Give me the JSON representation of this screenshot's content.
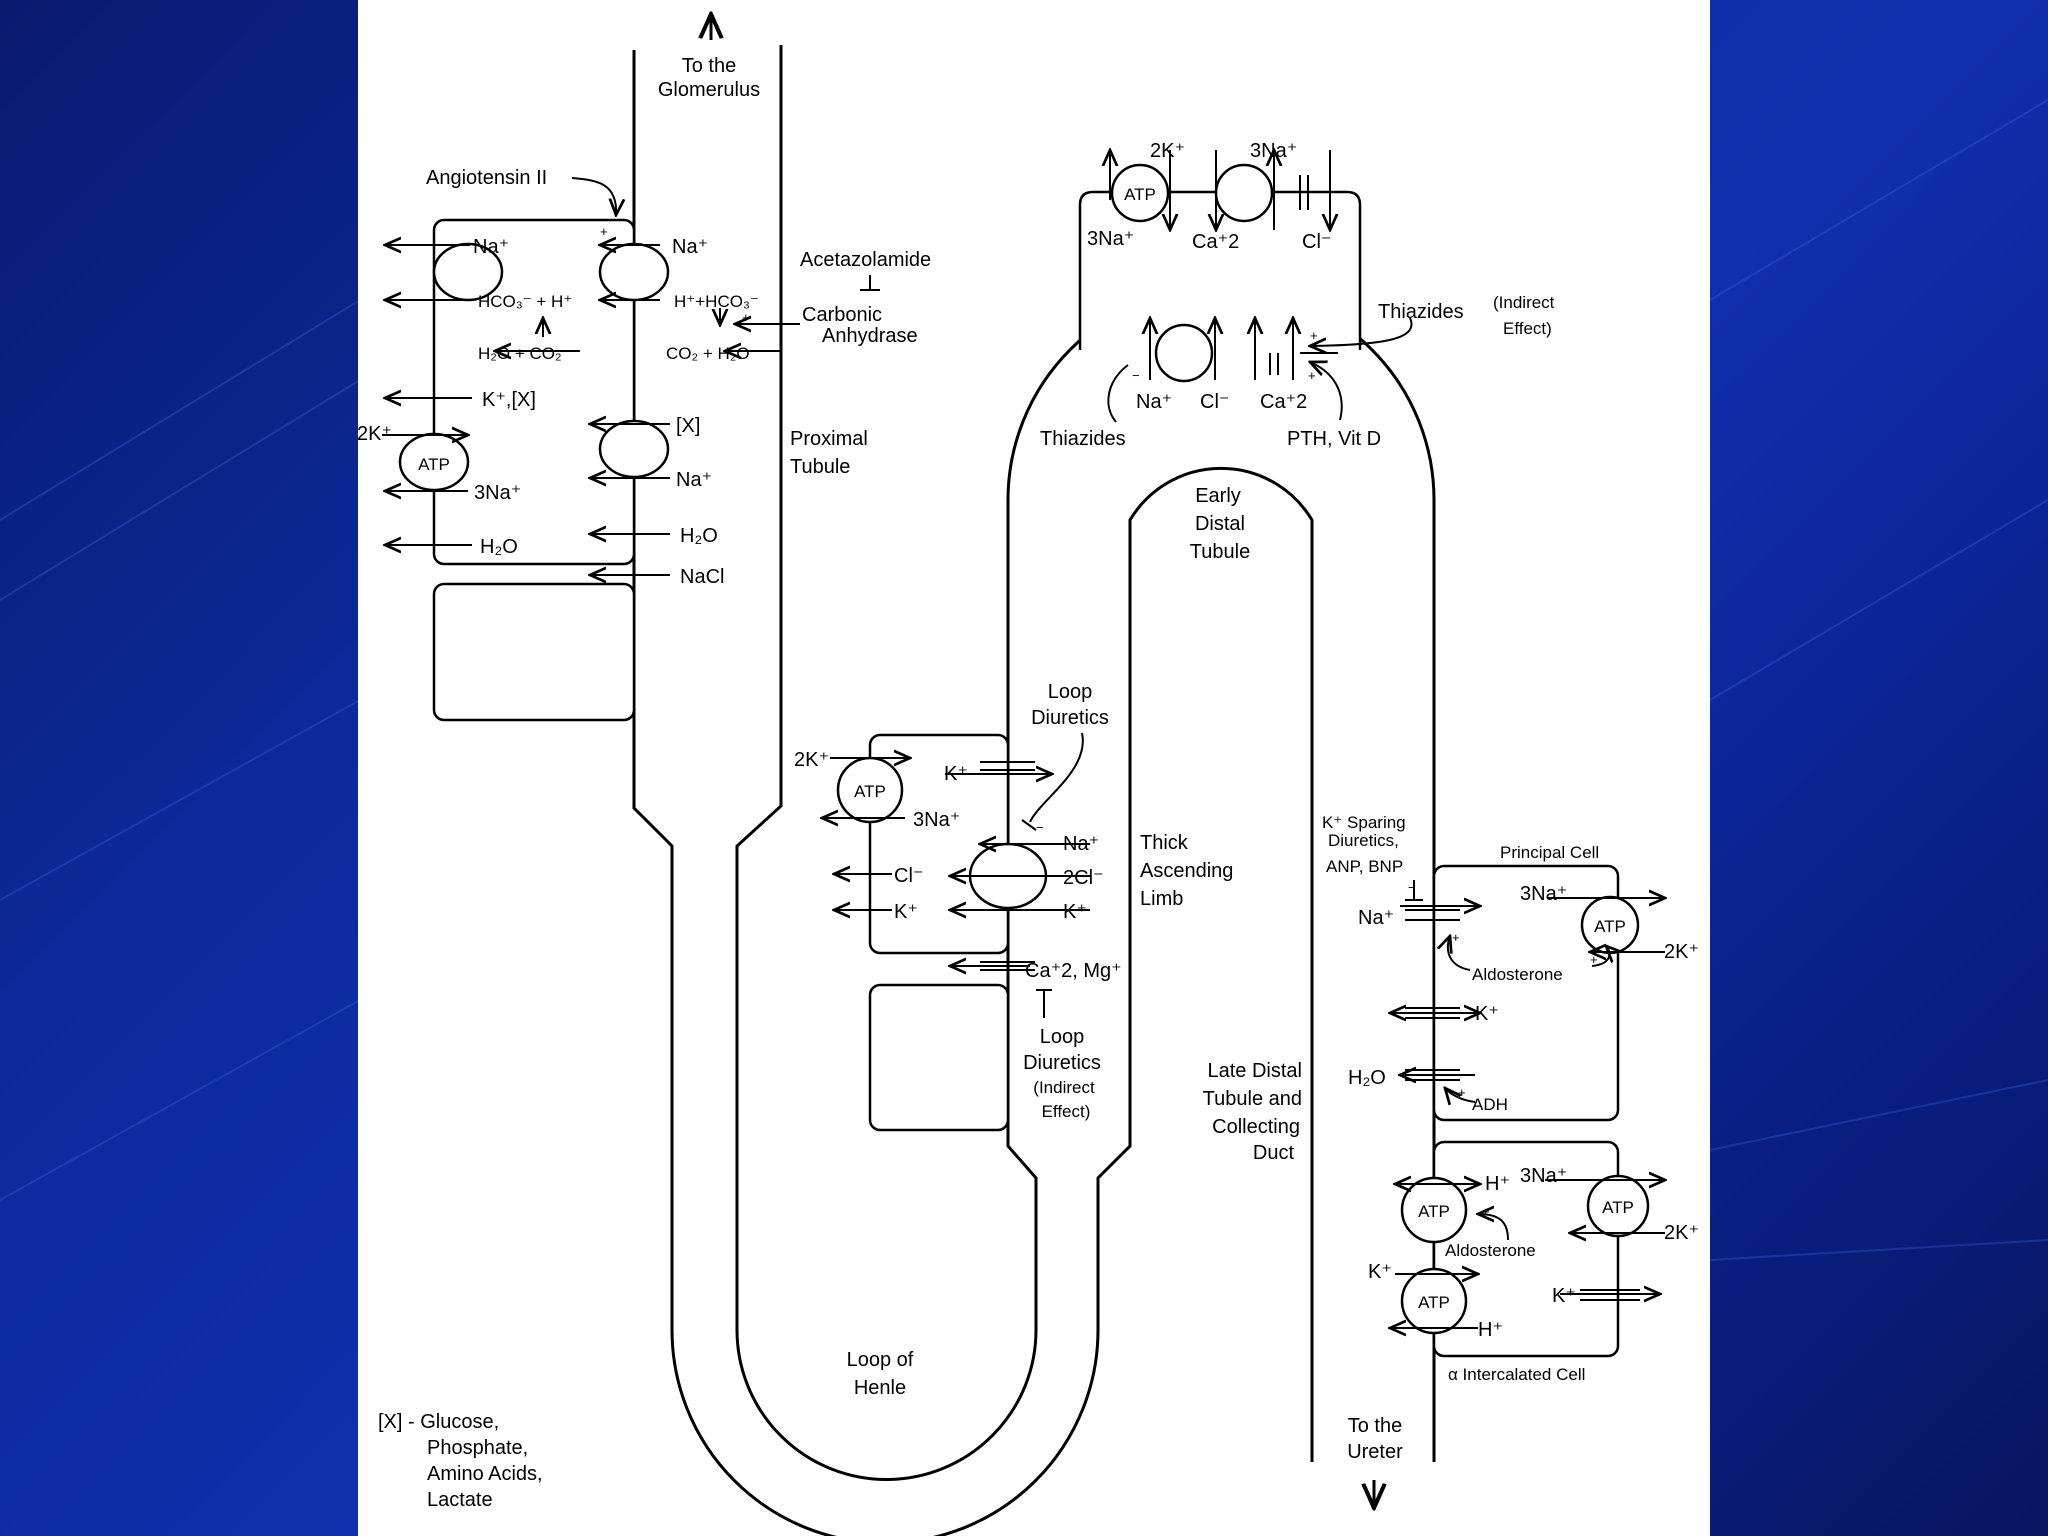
{
  "labels": {
    "to_glomerulus_1": "To the",
    "to_glomerulus_2": "Glomerulus",
    "angiotensin": "Angiotensin II",
    "acetazolamide": "Acetazolamide",
    "carbonic_1": "Carbonic",
    "carbonic_2": "Anhydrase",
    "proximal_1": "Proximal",
    "proximal_2": "Tubule",
    "thiazides_indirect": "Thiazides",
    "indirect_1": "(Indirect",
    "indirect_2": "Effect)",
    "thiazides": "Thiazides",
    "pth_vitd": "PTH, Vit D",
    "early_distal_1": "Early",
    "early_distal_2": "Distal",
    "early_distal_3": "Tubule",
    "loop_diuretics_1": "Loop",
    "loop_diuretics_2": "Diuretics",
    "thick_1": "Thick",
    "thick_2": "Ascending",
    "thick_3": "Limb",
    "loop_diuretics_b1": "Loop",
    "loop_diuretics_b2": "Diuretics",
    "loop_indirect_1": "(Indirect",
    "loop_indirect_2": "Effect)",
    "late_distal_1": "Late Distal",
    "late_distal_2": "Tubule and",
    "late_distal_3": "Collecting",
    "late_distal_4": "Duct",
    "k_sparing_1": "K⁺ Sparing",
    "k_sparing_2": "Diuretics,",
    "k_sparing_3": "ANP, BNP",
    "principal_cell": "Principal Cell",
    "aldosterone_1": "Aldosterone",
    "adh": "ADH",
    "aldosterone_2": "Aldosterone",
    "intercalated": "α Intercalated Cell",
    "loop_henle_1": "Loop of",
    "loop_henle_2": "Henle",
    "to_ureter_1": "To the",
    "to_ureter_2": "Ureter",
    "legend_1": "[X] - Glucose,",
    "legend_2": "Phosphate,",
    "legend_3": "Amino Acids,",
    "legend_4": "Lactate"
  },
  "ions": {
    "pt_na1": "Na⁺",
    "pt_na2": "Na⁺",
    "pt_hco3_h": "HCO₃⁻ + H⁺",
    "pt_h_hco3": "H⁺+HCO₃⁻",
    "pt_h2o_co2": "H₂O + CO₂",
    "pt_co2_h2o": "CO₂ + H₂O",
    "pt_k_x": "K⁺,[X]",
    "pt_x": "[X]",
    "pt_2k": "2K⁺",
    "pt_3na": "3Na⁺",
    "pt_na3": "Na⁺",
    "pt_h2o_1": "H₂O",
    "pt_h2o_2": "H₂O",
    "pt_nacl": "NaCl",
    "dt_2k": "2K⁺",
    "dt_3na_top": "3Na⁺",
    "dt_3na": "3Na⁺",
    "dt_ca": "Ca⁺2",
    "dt_cl": "Cl⁻",
    "dt_na_b": "Na⁺",
    "dt_cl_b": "Cl⁻",
    "dt_ca_b": "Ca⁺2",
    "tal_2k": "2K⁺",
    "tal_k": "K⁺",
    "tal_3na": "3Na⁺",
    "tal_na": "Na⁺",
    "tal_cl": "Cl⁻",
    "tal_2cl": "2Cl⁻",
    "tal_k2": "K⁺",
    "tal_k3": "K⁺",
    "tal_camg": "Ca⁺2, Mg⁺",
    "cd_na": "Na⁺",
    "cd_3na": "3Na⁺",
    "cd_2k": "2K⁺",
    "cd_k": "K⁺",
    "cd_h2o": "H₂O",
    "ic_h": "H⁺",
    "ic_3na": "3Na⁺",
    "ic_2k": "2K⁺",
    "ic_k": "K⁺",
    "ic_k2": "K⁺",
    "ic_h2": "H⁺"
  },
  "atp": "ATP",
  "signs": {
    "plus": "+",
    "minus": "−"
  },
  "colors": {
    "background": "#0b2a9a",
    "slide": "#ffffff"
  }
}
